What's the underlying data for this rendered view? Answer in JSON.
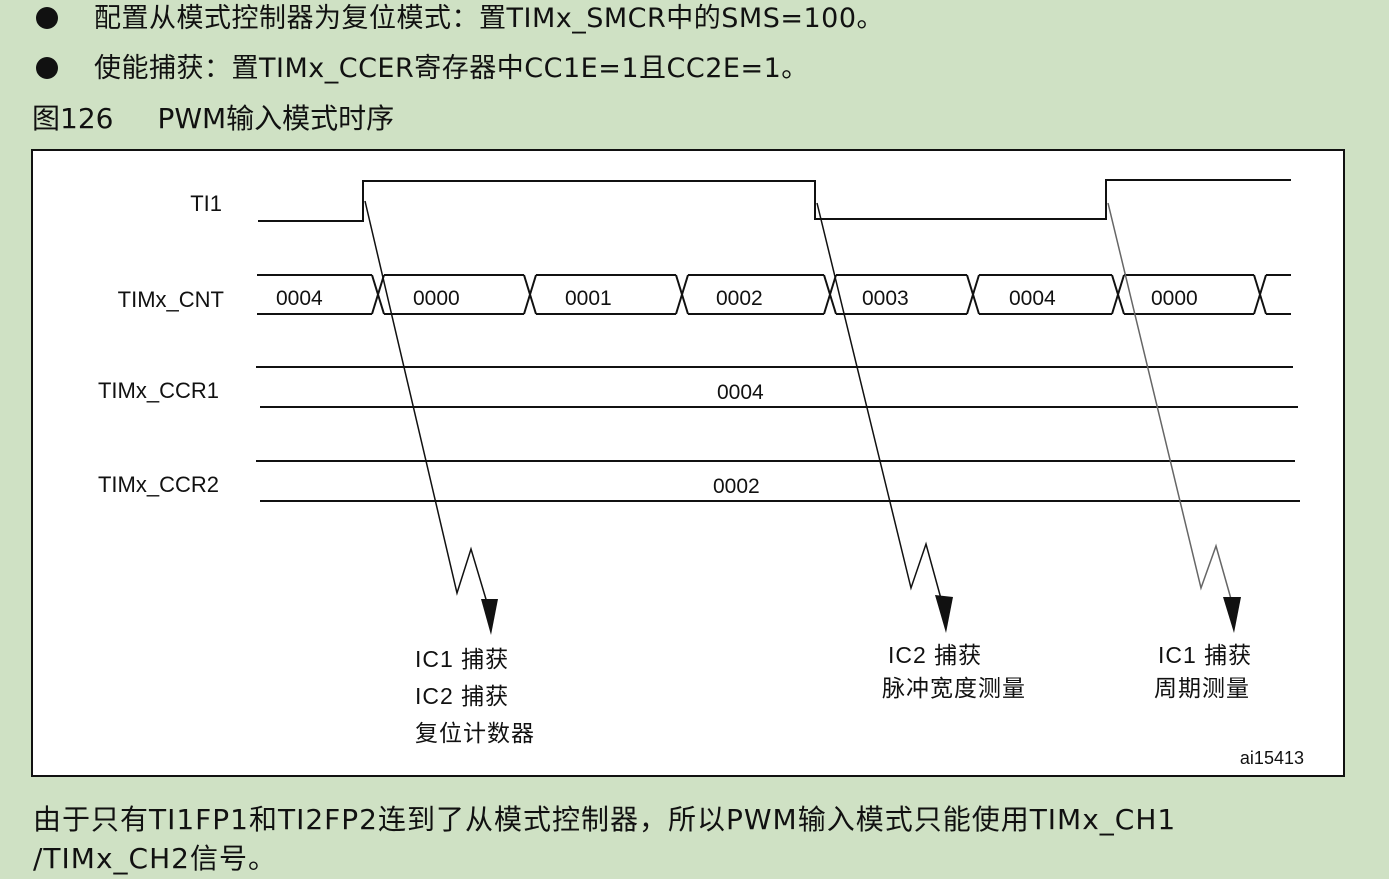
{
  "bullets": [
    "配置从模式控制器为复位模式：置TIMx_SMCR中的SMS=100。",
    "使能捕获：置TIMx_CCER寄存器中CC1E=1且CC2E=1。"
  ],
  "figure": {
    "number": "图126",
    "title": "PWM输入模式时序",
    "signals": {
      "ti1": "TI1",
      "cnt": "TIMx_CNT",
      "ccr1": "TIMx_CCR1",
      "ccr2": "TIMx_CCR2"
    },
    "cnt_values": [
      "0004",
      "0000",
      "0001",
      "0002",
      "0003",
      "0004",
      "0000"
    ],
    "ccr1_value": "0004",
    "ccr2_value": "0002",
    "annotations": [
      [
        "IC1 捕获",
        "IC2 捕获",
        "复位计数器"
      ],
      [
        "IC2 捕获",
        "脉冲宽度测量"
      ],
      [
        "IC1 捕获",
        "周期测量"
      ]
    ],
    "figure_id": "ai15413"
  },
  "paragraph": {
    "line1": "由于只有TI1FP1和TI2FP2连到了从模式控制器，所以PWM输入模式只能使用TIMx_CH1",
    "line2": "/TIMx_CH2信号。"
  }
}
